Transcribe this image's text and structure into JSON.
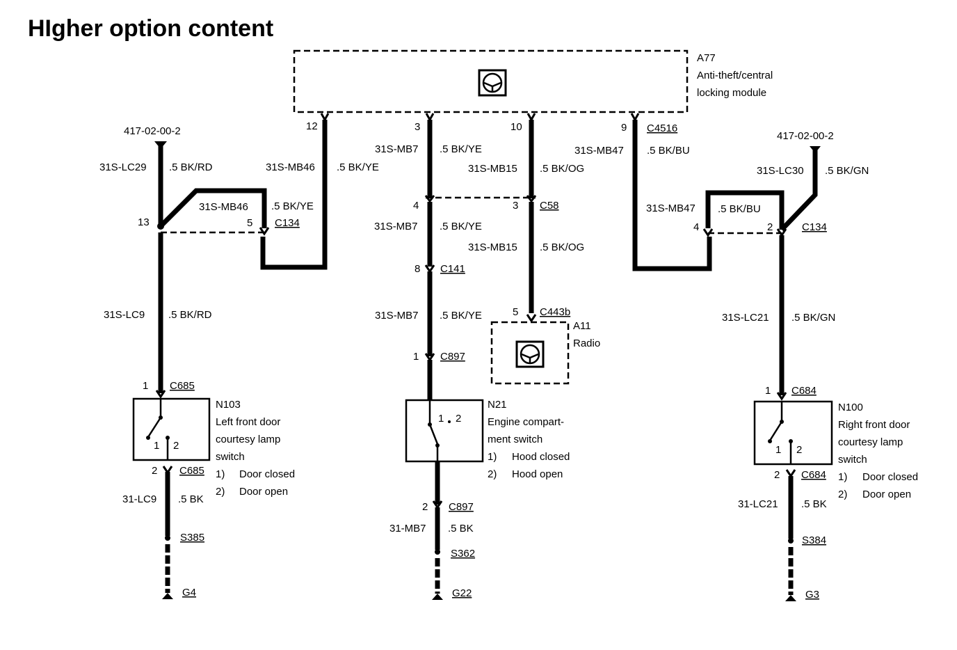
{
  "title": "HIgher option content",
  "module": {
    "id": "A77",
    "name_line1": "Anti-theft/central",
    "name_line2": "locking module",
    "connector": "C4516",
    "pins": [
      "12",
      "3",
      "10",
      "9"
    ]
  },
  "radio": {
    "id": "A11",
    "name": "Radio",
    "connector": "C443b",
    "pin": "5"
  },
  "refs": {
    "left": "417-02-00-2",
    "right": "417-02-00-2"
  },
  "wires": {
    "lc29_code": "31S-LC29",
    "lc29_spec": ".5 BK/RD",
    "mb46_code": "31S-MB46",
    "mb46_spec": ".5 BK/YE",
    "mb46b_code": "31S-MB46",
    "mb46b_spec": ".5 BK/YE",
    "mb7_code": "31S-MB7",
    "mb7_spec": ".5 BK/YE",
    "mb15_code": "31S-MB15",
    "mb15_spec": ".5 BK/OG",
    "mb47_code": "31S-MB47",
    "mb47_spec": ".5 BK/BU",
    "lc30_code": "31S-LC30",
    "lc30_spec": ".5 BK/GN",
    "mb7b_code": "31S-MB7",
    "mb7b_spec": ".5 BK/YE",
    "mb15b_code": "31S-MB15",
    "mb15b_spec": ".5 BK/OG",
    "mb47b_code": "31S-MB47",
    "mb47b_spec": ".5 BK/BU",
    "lc9_code": "31S-LC9",
    "lc9_spec": ".5 BK/RD",
    "mb7c_code": "31S-MB7",
    "mb7c_spec": ".5 BK/YE",
    "lc21_code": "31S-LC21",
    "lc21_spec": ".5 BK/GN",
    "lc9g_code": "31-LC9",
    "lc9g_spec": ".5 BK",
    "mb7g_code": "31-MB7",
    "mb7g_spec": ".5 BK",
    "lc21g_code": "31-LC21",
    "lc21g_spec": ".5 BK"
  },
  "connectors": {
    "c134_left": "C134",
    "c134_left_pin": "5",
    "left_splice_pin": "13",
    "c58": "C58",
    "c58_pin_a": "4",
    "c58_pin_b": "3",
    "c141": "C141",
    "c141_pin": "8",
    "c897_top": "C897",
    "c897_top_pin": "1",
    "c897_bot": "C897",
    "c897_bot_pin": "2",
    "c134_right": "C134",
    "c134_right_pin_a": "4",
    "c134_right_pin_b": "2",
    "c685_top": "C685",
    "c685_top_pin": "1",
    "c685_bot": "C685",
    "c685_bot_pin": "2",
    "c684_top": "C684",
    "c684_top_pin": "1",
    "c684_bot": "C684",
    "c684_bot_pin": "2"
  },
  "switches": {
    "left": {
      "id": "N103",
      "line1": "Left front door",
      "line2": "courtesy lamp",
      "line3": "switch",
      "pos1": "1",
      "pos2": "2",
      "state1_num": "1)",
      "state1": "Door closed",
      "state2_num": "2)",
      "state2": "Door open"
    },
    "middle": {
      "id": "N21",
      "line1": "Engine compart-",
      "line2": "ment switch",
      "pos1": "1",
      "pos2": "2",
      "state1_num": "1)",
      "state1": "Hood closed",
      "state2_num": "2)",
      "state2": "Hood open"
    },
    "right": {
      "id": "N100",
      "line1": "Right front door",
      "line2": "courtesy lamp",
      "line3": "switch",
      "pos1": "1",
      "pos2": "2",
      "state1_num": "1)",
      "state1": "Door closed",
      "state2_num": "2)",
      "state2": "Door open"
    }
  },
  "splices": {
    "left": "S385",
    "middle": "S362",
    "right": "S384"
  },
  "grounds": {
    "left": "G4",
    "middle": "G22",
    "right": "G3"
  }
}
